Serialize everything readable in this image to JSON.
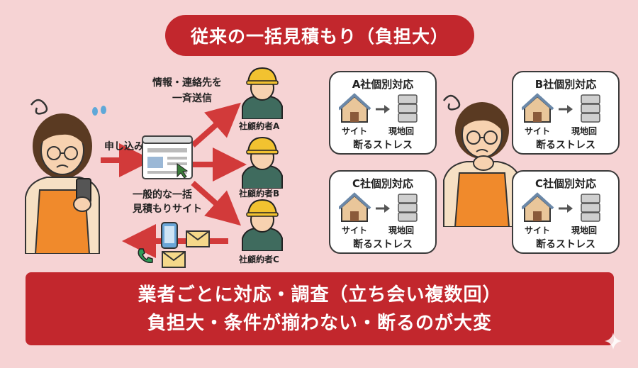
{
  "title": "従来の一括見積もり（負担大）",
  "left_flow": {
    "apply_label": "申し込み",
    "broadcast_label_line1": "情報・連絡先を",
    "broadcast_label_line2": "一斉送信",
    "site_label_line1": "一般的な一括",
    "site_label_line2": "見積もりサイト",
    "contractors": [
      "社顧約者A",
      "社顧約者B",
      "社顧約者C"
    ]
  },
  "bubbles": [
    {
      "title": "A社個別対応",
      "site": "サイト",
      "field": "現地回",
      "stress": "断るストレス"
    },
    {
      "title": "B社個別対応",
      "site": "サイト",
      "field": "現地回",
      "stress": "断るストレス"
    },
    {
      "title": "C社個別対応",
      "site": "サイト",
      "field": "現地回",
      "stress": "断るストレス"
    },
    {
      "title": "C社個別対応",
      "site": "サイト",
      "field": "現地回",
      "stress": "断るストレス"
    }
  ],
  "banner": {
    "line1": "業者ごとに対応・調査（立ち会い複数回）",
    "line2": "負担大・条件が揃わない・断るのが大変"
  },
  "colors": {
    "background": "#f6d3d4",
    "accent_red": "#c2272d",
    "arrow_red": "#d23a3a",
    "helmet_yellow": "#f2c230",
    "worker_green": "#3f6b5e",
    "apron_orange": "#f08a2c"
  }
}
